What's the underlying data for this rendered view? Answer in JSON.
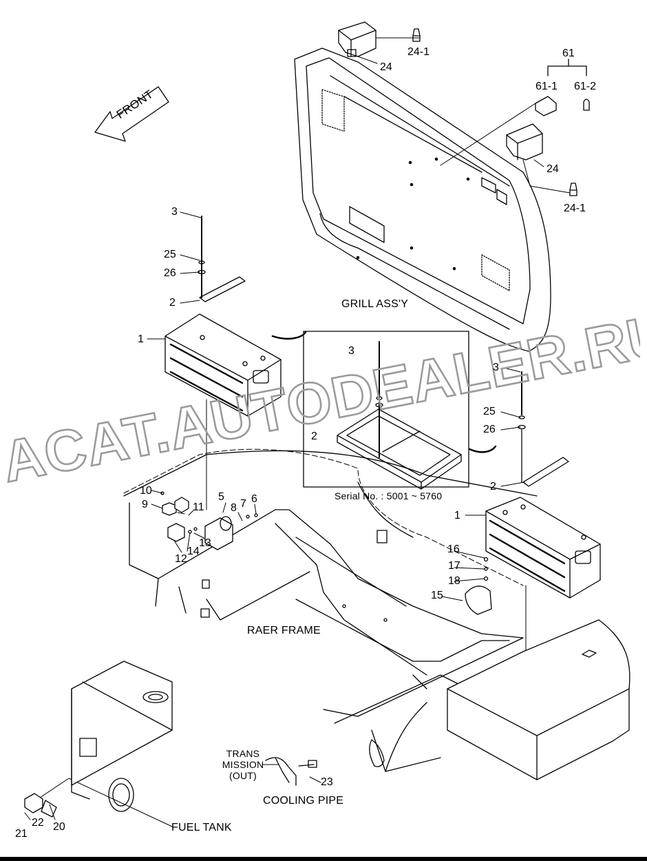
{
  "direction": {
    "front": "FRONT"
  },
  "captions": {
    "grill": "GRILL ASS'Y",
    "rear_frame": "RAER FRAME",
    "fuel_tank": "FUEL TANK",
    "cooling_pipe": "COOLING PIPE",
    "trans_1": "TRANS",
    "trans_2": "MISSION",
    "trans_3": "(OUT)",
    "serial": "Serial No.  : 5001 ~ 5760"
  },
  "watermark": "ACAT.AUTODEALER.RU",
  "callouts": {
    "p1a": "1",
    "p1b": "1",
    "p2a": "2",
    "p2b": "2",
    "p2c": "2",
    "p3a": "3",
    "p3b": "3",
    "p3c": "3",
    "p5": "5",
    "p6": "6",
    "p7": "7",
    "p8": "8",
    "p9": "9",
    "p10": "10",
    "p11": "11",
    "p12": "12",
    "p13": "13",
    "p14": "14",
    "p15": "15",
    "p16": "16",
    "p17": "17",
    "p18": "18",
    "p20": "20",
    "p21": "21",
    "p22": "22",
    "p23": "23",
    "p24a": "24",
    "p24b": "24",
    "p241a": "24-1",
    "p241b": "24-1",
    "p25a": "25",
    "p25b": "25",
    "p26a": "26",
    "p26b": "26",
    "p61": "61",
    "p611": "61-1",
    "p612": "61-2"
  },
  "colors": {
    "line": "#000000",
    "watermark": "#9a9a9a"
  }
}
